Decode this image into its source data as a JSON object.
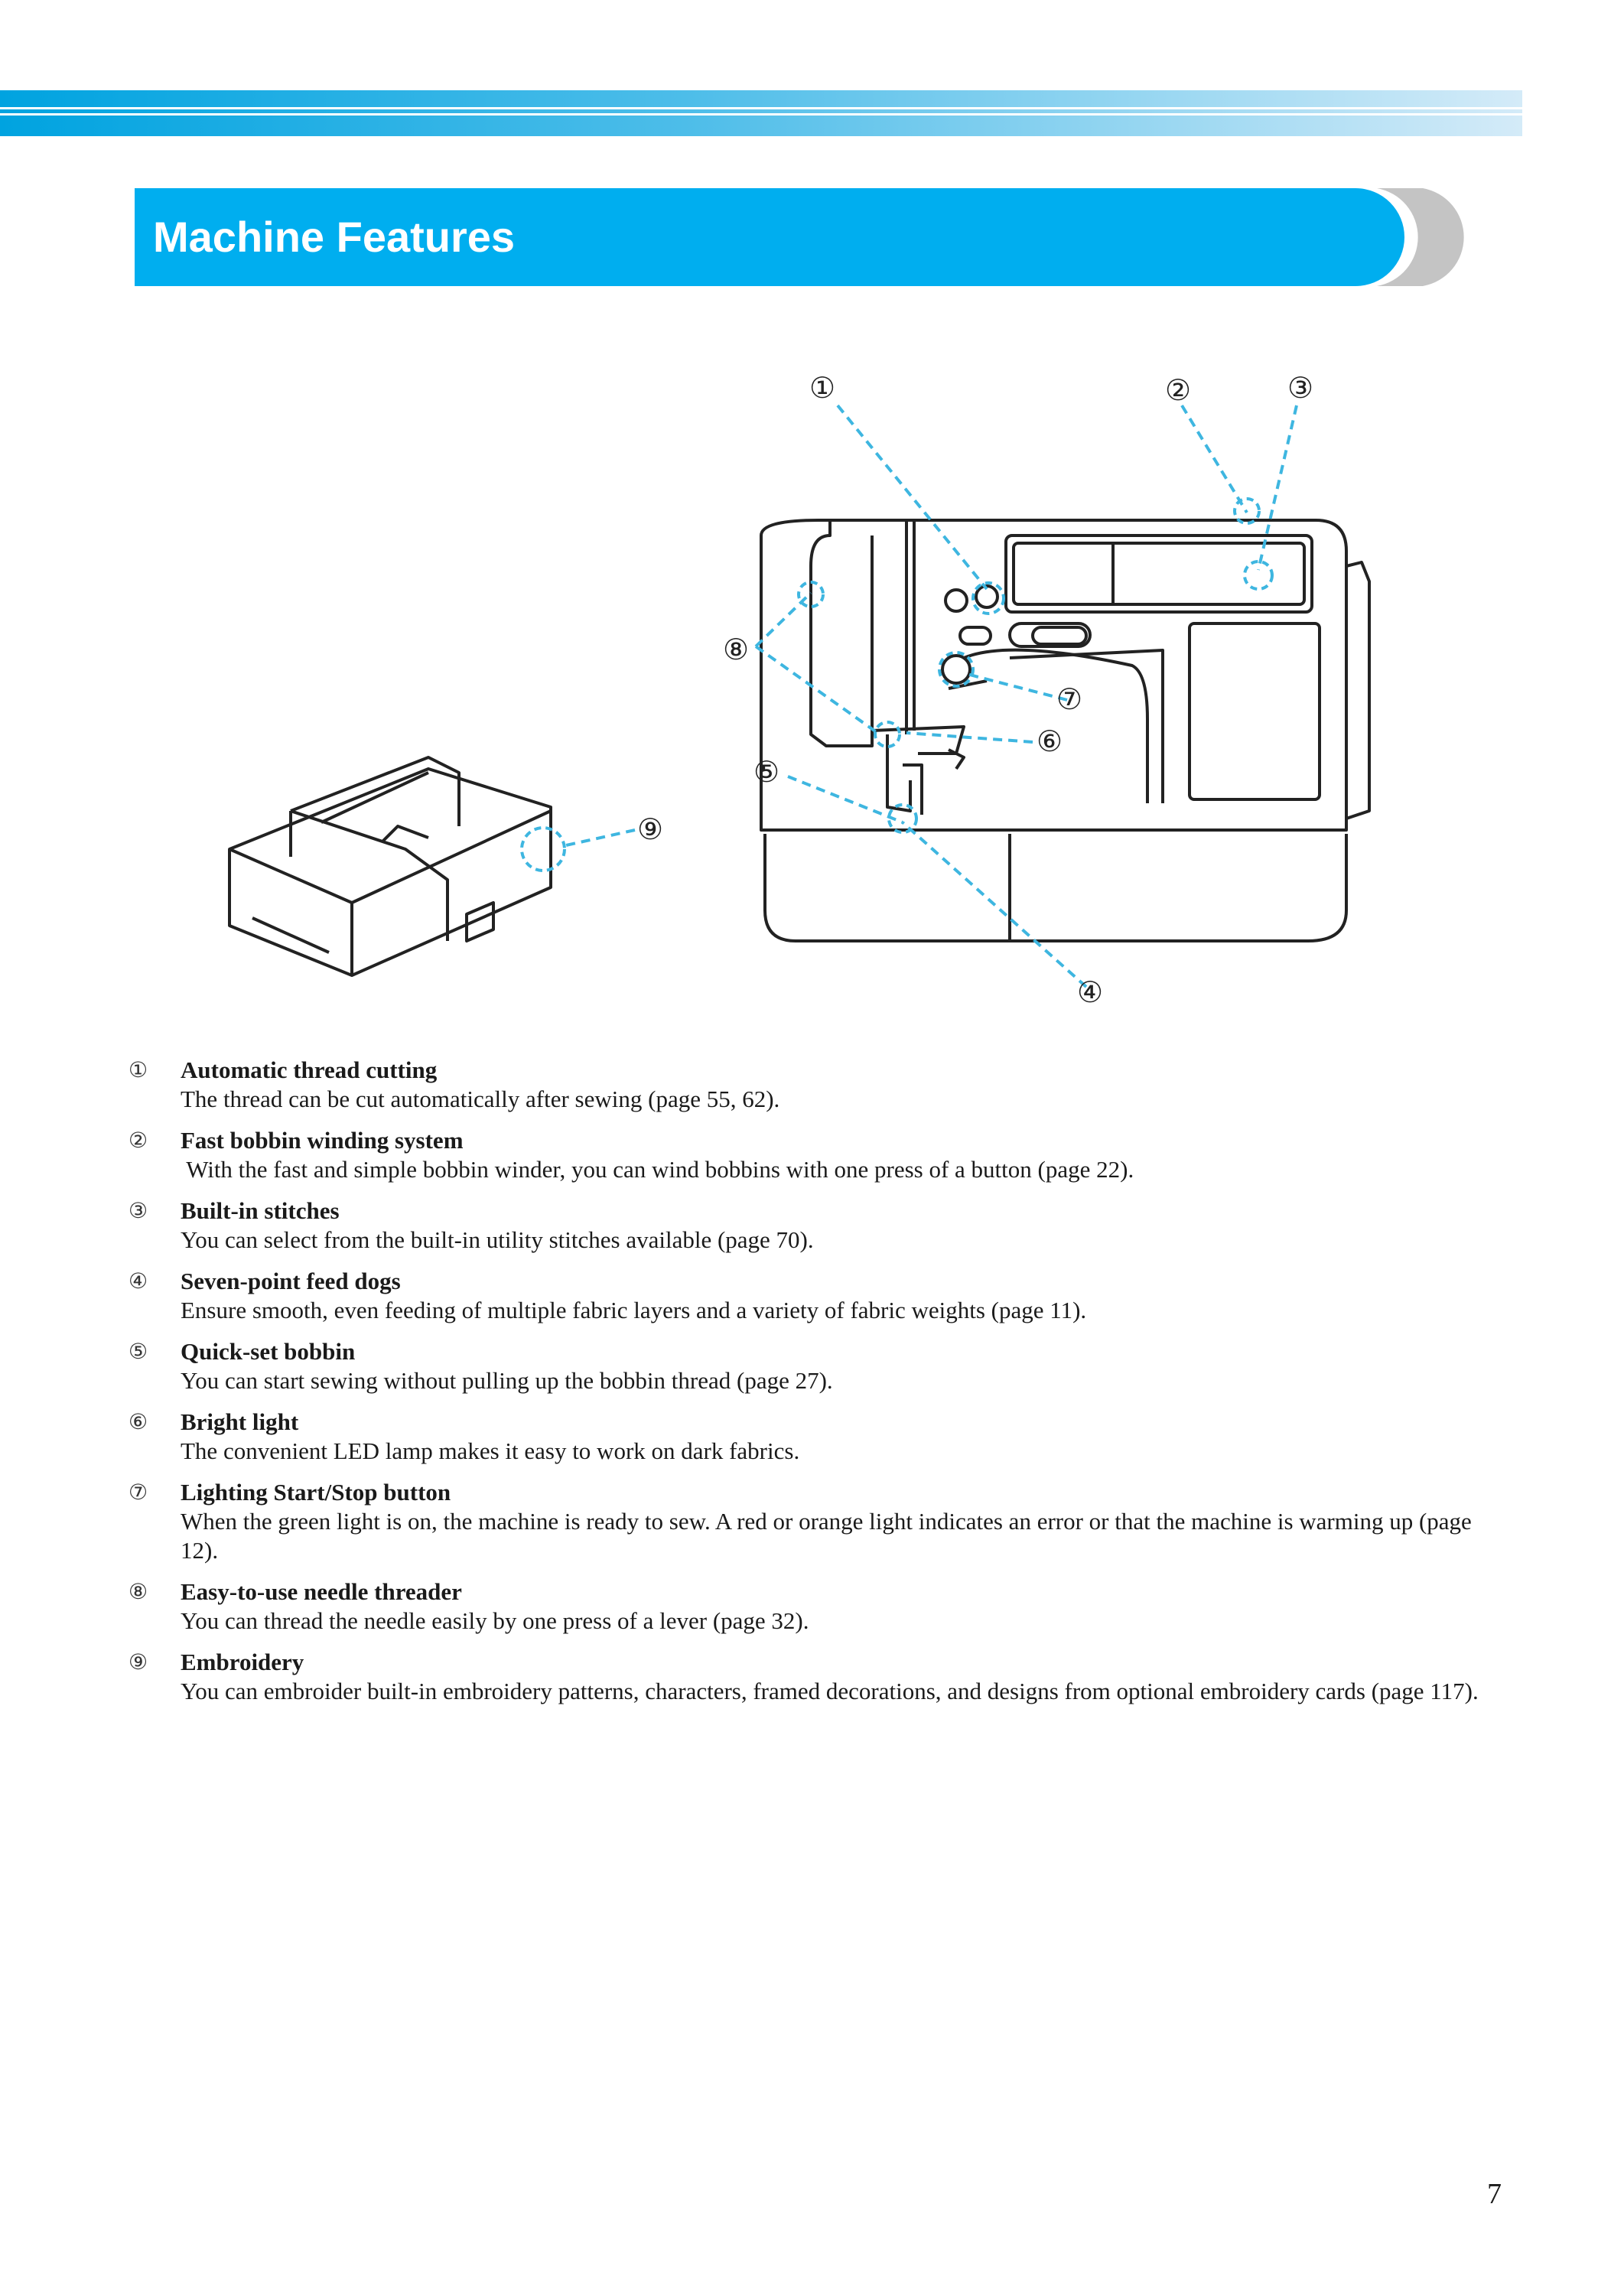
{
  "header": {
    "title": "Machine Features",
    "band_color": "#00a3e0",
    "banner_color": "#00aeef"
  },
  "figure": {
    "callouts": [
      "①",
      "②",
      "③",
      "④",
      "⑤",
      "⑥",
      "⑦",
      "⑧",
      "⑨"
    ],
    "callout_line_color": "#3eb6e0"
  },
  "features": [
    {
      "num": "①",
      "title": "Automatic thread cutting",
      "desc": "The thread can be cut automatically after sewing (page 55, 62)."
    },
    {
      "num": "②",
      "title": "Fast bobbin winding system",
      "desc": " With the fast and simple bobbin winder, you can wind bobbins with one press of a button (page 22)."
    },
    {
      "num": "③",
      "title": "Built-in stitches",
      "desc": "You can select from the built-in utility stitches available (page 70)."
    },
    {
      "num": "④",
      "title": "Seven-point feed dogs",
      "desc": "Ensure smooth, even feeding of multiple fabric layers and a variety of fabric weights (page 11)."
    },
    {
      "num": "⑤",
      "title": "Quick-set bobbin",
      "desc": "You can start sewing without pulling up the bobbin thread (page 27)."
    },
    {
      "num": "⑥",
      "title": "Bright light",
      "desc": "The convenient LED lamp makes it easy to work on dark fabrics."
    },
    {
      "num": "⑦",
      "title": "Lighting Start/Stop button",
      "desc": "When the green light is on, the machine is ready to sew. A red or orange light indicates an error or that the machine is warming up (page 12)."
    },
    {
      "num": "⑧",
      "title": "Easy-to-use needle threader",
      "desc": "You can thread the needle easily by one press of a lever (page 32)."
    },
    {
      "num": "⑨",
      "title": "Embroidery",
      "desc": "You can embroider built-in embroidery patterns, characters, framed decorations, and designs from optional embroidery cards (page 117)."
    }
  ],
  "footer": {
    "page_number": "7"
  }
}
